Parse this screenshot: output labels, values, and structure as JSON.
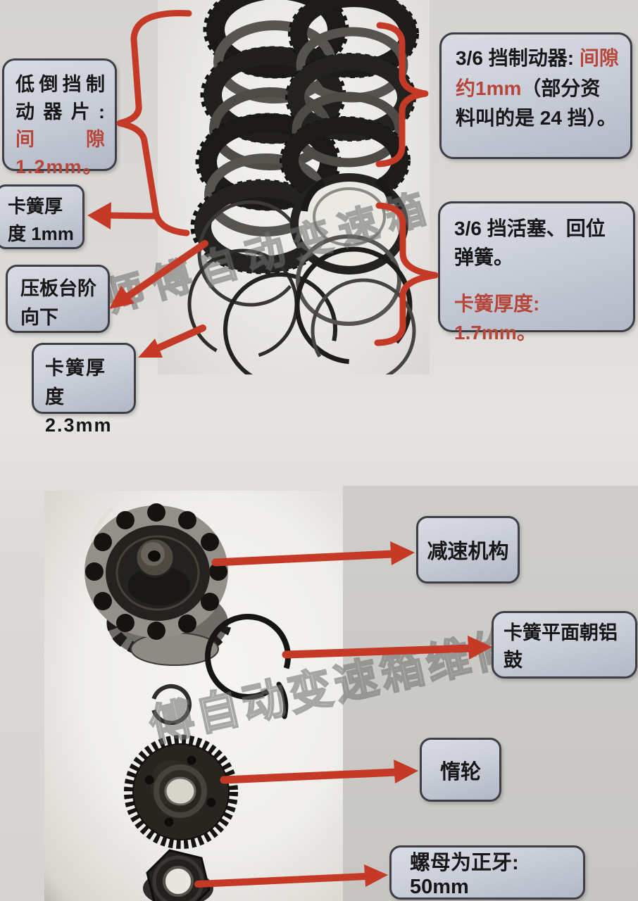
{
  "colors": {
    "accent_red": "#c53a27",
    "red_text": "#b7463a",
    "box_border": "#3f3e45",
    "box_fill_top": "#d9dce4",
    "box_fill_bottom": "#b2b8c6"
  },
  "watermarks": {
    "top": "师傅自动变速箱",
    "bottom": "傅自动变速箱维修"
  },
  "top_section": {
    "box_low_reverse": {
      "black": "低倒挡制动器片: ",
      "red": "间隙1.2mm。"
    },
    "box_snap_1mm": {
      "text": "卡簧厚度 1mm"
    },
    "box_plate": {
      "text": "压板台阶向下"
    },
    "box_snap_23mm": {
      "text": "卡簧厚度 2.3mm"
    },
    "box_brake36": {
      "black_before": "3/6 挡制动器: ",
      "red": "间隙约1mm",
      "black_after": "（部分资料叫的是 24 挡）。"
    },
    "box_piston36": {
      "line1": "3/6 挡活塞、回位弹簧。",
      "line2_red": "卡簧厚度: 1.7mm。"
    }
  },
  "bottom_section": {
    "box_reduction": {
      "text": "减速机构"
    },
    "box_snap_face": {
      "text": "卡簧平面朝铝鼓"
    },
    "box_idler": {
      "text": "惰轮"
    },
    "box_nut": {
      "text": "螺母为正牙: 50mm"
    }
  }
}
